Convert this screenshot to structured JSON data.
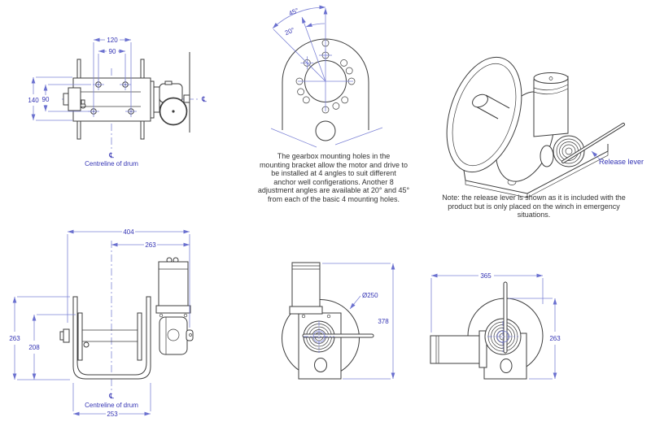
{
  "title": "Anchor winch technical drawing sheet",
  "colors": {
    "background": "#ffffff",
    "drawing_line": "#3d3d3d",
    "dimension_line": "#7e84d6",
    "dimension_text": "#3434b4",
    "caption_text": "#333333"
  },
  "top_view": {
    "dims": {
      "bolt_spacing_outer": "120",
      "bolt_spacing_inner": "90",
      "drum_height": "140",
      "bolt_row_spacing": "90"
    },
    "centreline_symbol": "℄",
    "centreline_label": "Centreline of drum"
  },
  "bracket_view": {
    "angle_outer": "45°",
    "angle_inner": "20°",
    "caption": "The gearbox mounting holes in the\nmounting bracket allow the motor and drive to\nbe installed at 4 angles to suit different\nanchor well configerations. Another 8\nadjustment angles are available at 20° and 45°\nfrom each of the basic 4 mounting holes."
  },
  "iso_view": {
    "release_lever_label": "Release lever",
    "note": "Note: the release lever is shown as it is included with the\nproduct but is only placed on the winch in emergency\nsituations."
  },
  "side_view": {
    "dims": {
      "overall_width": "404",
      "centre_to_motor": "263",
      "overall_height": "263",
      "bracket_height": "208",
      "drum_width": "253"
    },
    "centreline_symbol": "℄",
    "centreline_label": "Centreline of drum"
  },
  "front_view": {
    "dims": {
      "drum_diameter": "Ø250",
      "overall_height": "378"
    }
  },
  "end_view": {
    "dims": {
      "overall_width": "365",
      "overall_height": "263"
    }
  }
}
